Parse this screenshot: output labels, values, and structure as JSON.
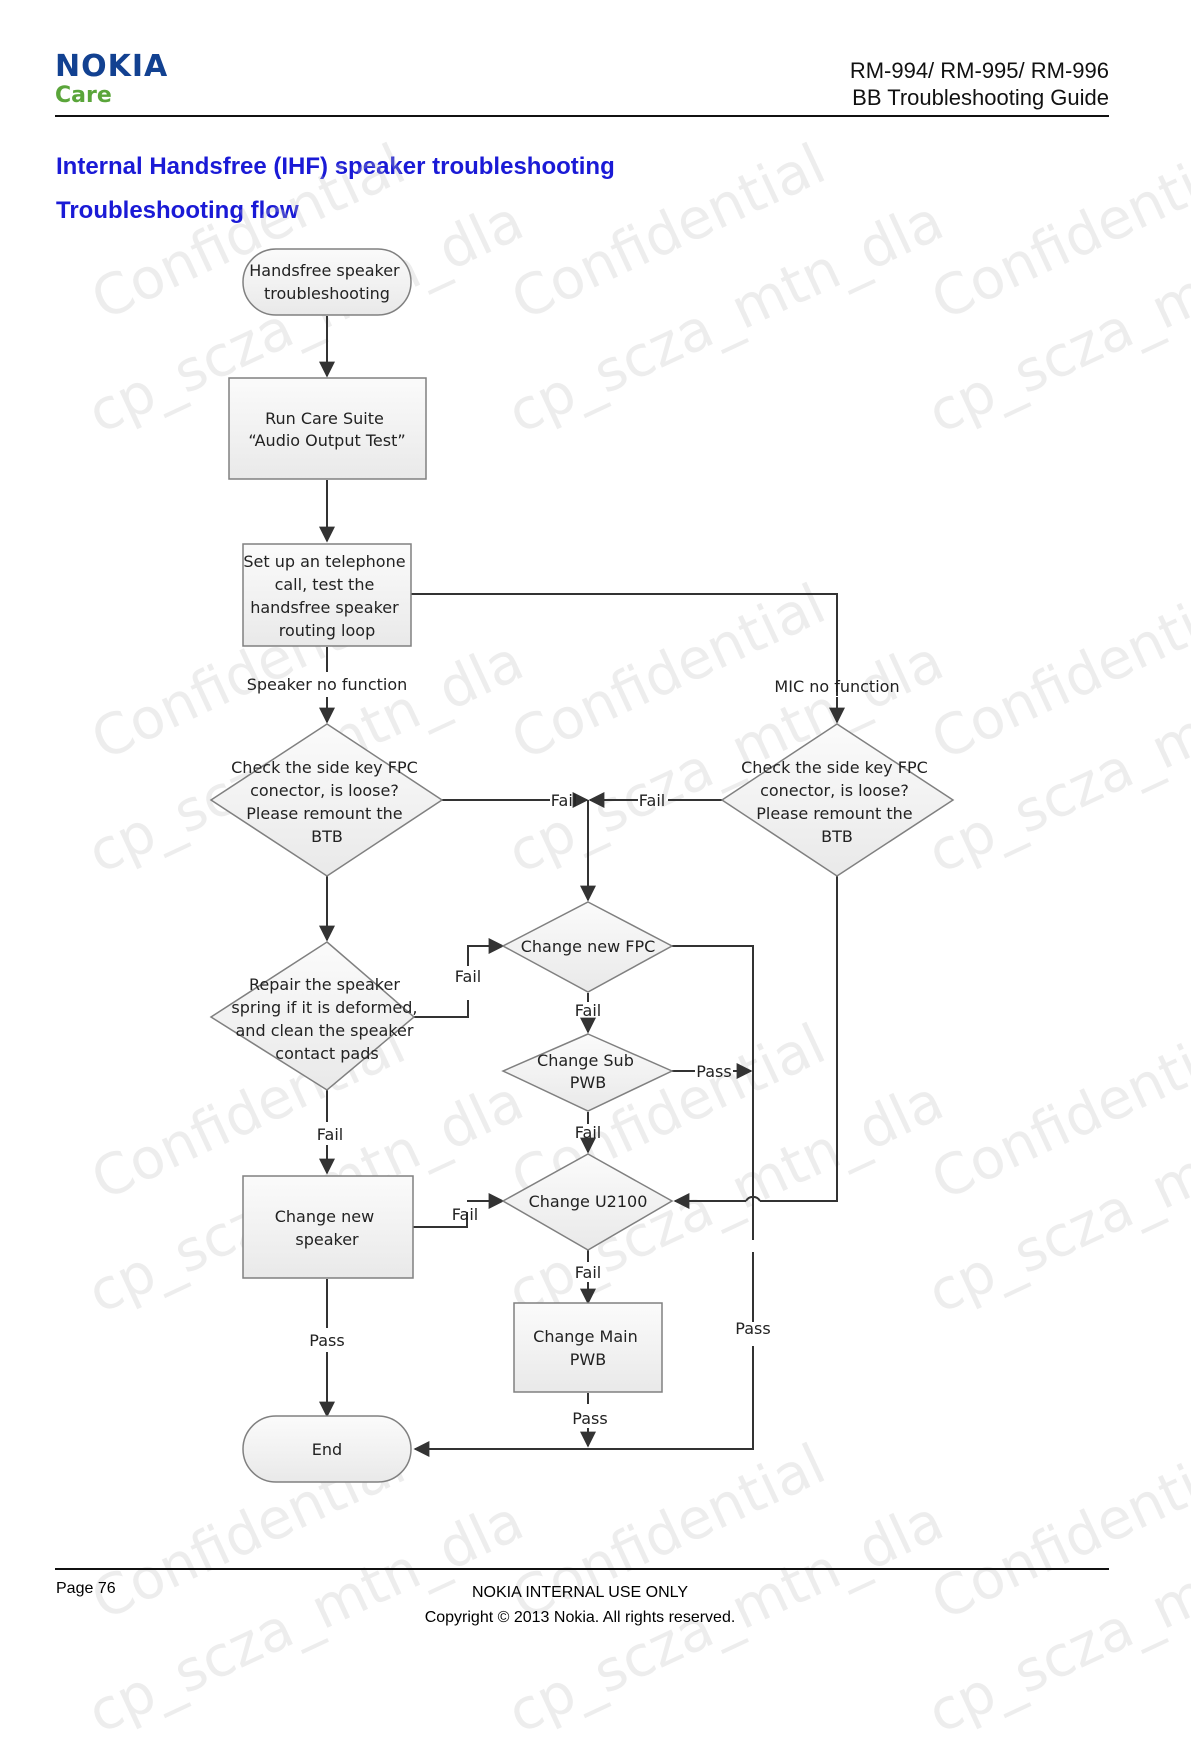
{
  "colors": {
    "brand_blue": "#124191",
    "care_green": "#5aa53a",
    "heading_blue": "#1a1ad6",
    "node_fill": "#f2f2f2",
    "node_stroke": "#808080",
    "line": "#333333"
  },
  "header": {
    "brand": "NOKIA",
    "subbrand": "Care",
    "model_line": "RM-994/ RM-995/ RM-996",
    "guide_title": "BB Troubleshooting Guide"
  },
  "section": {
    "title": "Internal Handsfree (IHF) speaker troubleshooting",
    "subtitle": "Troubleshooting flow"
  },
  "flowchart": {
    "nodes": {
      "start": [
        "Handsfree speaker",
        "troubleshooting"
      ],
      "run_care_suite": [
        "Run Care Suite",
        "“Audio Output Test”"
      ],
      "telephone_call": [
        "Set up an telephone",
        "call, test the",
        "handsfree speaker",
        "routing loop"
      ],
      "check_fpc_left": [
        "Check the side key FPC",
        "conector, is loose?",
        "Please remount the",
        "BTB"
      ],
      "check_fpc_right": [
        "Check the side key FPC",
        "conector, is loose?",
        "Please remount the",
        "BTB"
      ],
      "repair_spring": [
        "Repair the speaker",
        "spring if it is deformed,",
        "and clean the speaker",
        "contact pads"
      ],
      "change_fpc": [
        "Change new FPC"
      ],
      "change_sub_pwb": [
        "Change Sub",
        "PWB"
      ],
      "change_u2100": [
        "Change U2100"
      ],
      "change_speaker": [
        "Change new",
        "speaker"
      ],
      "change_main_pwb": [
        "Change Main",
        "PWB"
      ],
      "end": [
        "End"
      ]
    },
    "edge_labels": {
      "speaker_no_function": "Speaker no function",
      "mic_no_function": "MIC no function",
      "fail_left": "Fail",
      "fail_right": "Fail",
      "fail_repair": "Fail",
      "fail_fpc": "Fail",
      "pass_sub": "Pass",
      "fail_sub": "Fail",
      "fail_repair_down": "Fail",
      "fail_speaker": "Fail",
      "fail_u2100": "Fail",
      "pass_speaker": "Pass",
      "pass_main": "Pass",
      "pass_right": "Pass"
    }
  },
  "watermark": {
    "line1": "Confidential",
    "line2": "cp_scza_mtn_dla"
  },
  "footer": {
    "page": "Page 76",
    "classification": "NOKIA INTERNAL USE ONLY",
    "copyright": "Copyright © 2013 Nokia. All rights reserved."
  }
}
